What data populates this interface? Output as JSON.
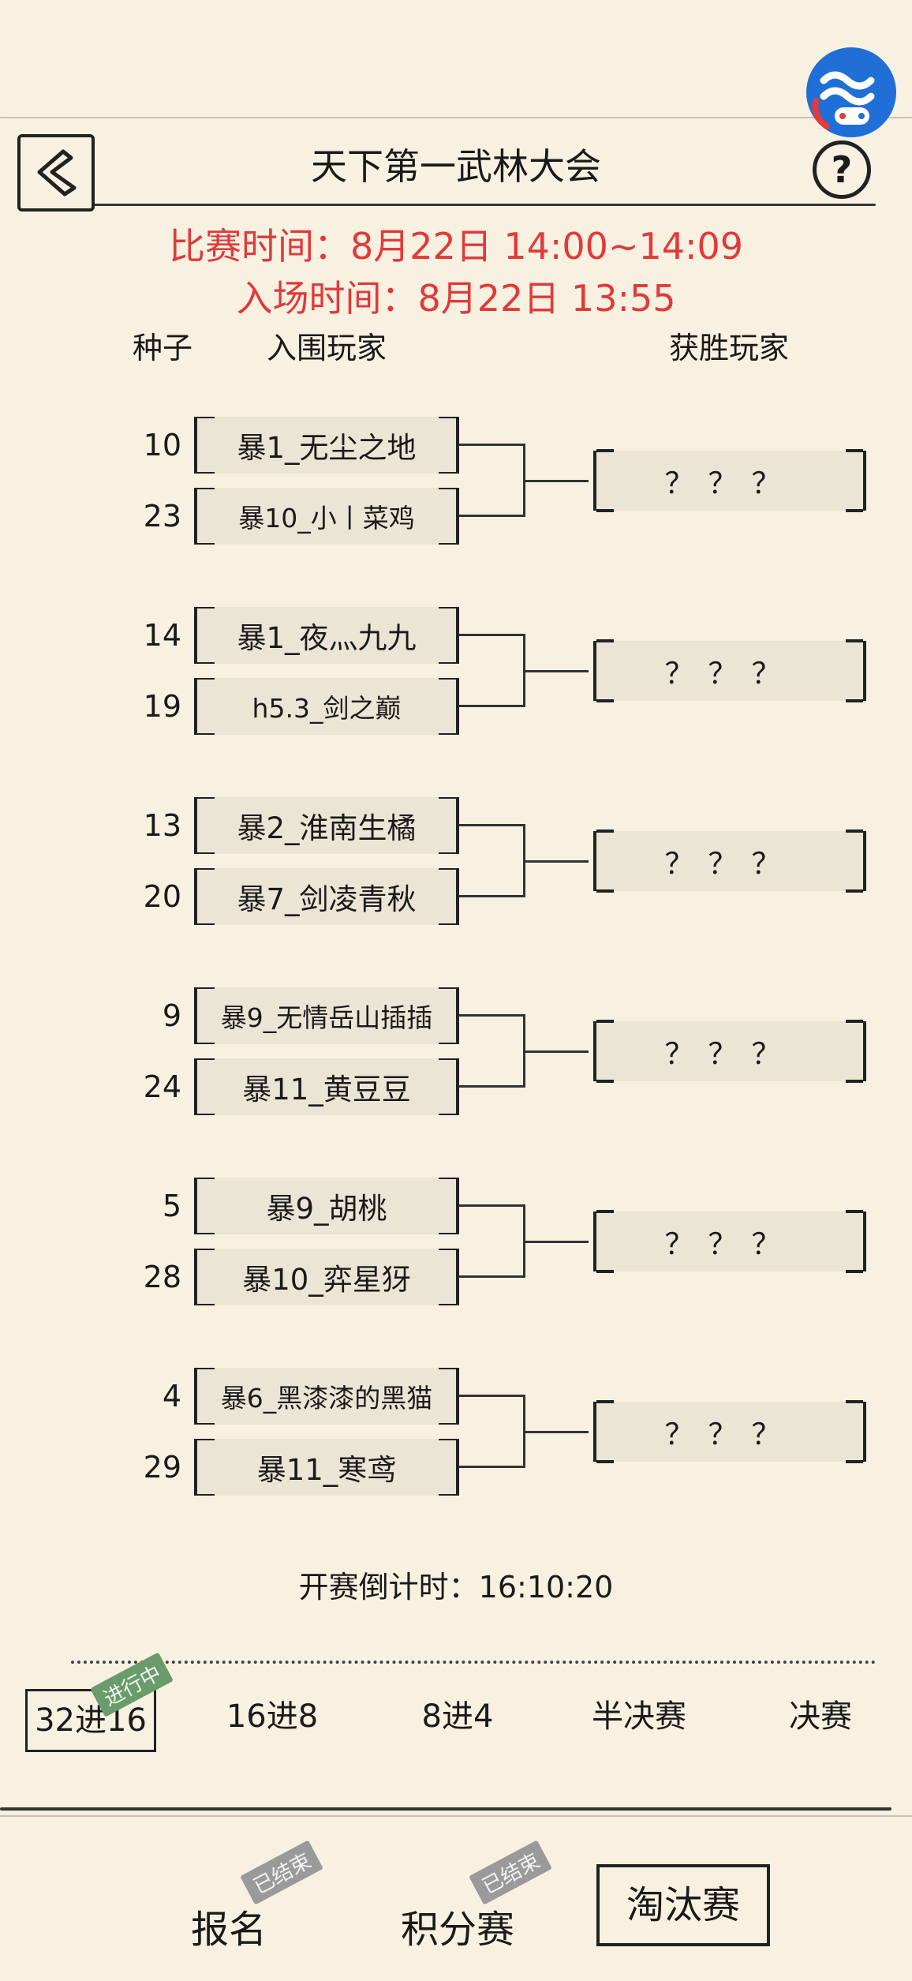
{
  "header": {
    "title": "天下第一武林大会",
    "match_time": "比赛时间：8月22日  14:00~14:09",
    "entry_time": "入场时间：8月22日  13:55",
    "help_label": "?"
  },
  "columns": {
    "seed": "种子",
    "qualified": "入围玩家",
    "winner": "获胜玩家"
  },
  "matches": [
    {
      "p1": {
        "seed": "10",
        "name": "暴1_无尘之地"
      },
      "p2": {
        "seed": "23",
        "name": "暴10_小丨菜鸡"
      },
      "winner": "？？？"
    },
    {
      "p1": {
        "seed": "14",
        "name": "暴1_夜灬九九"
      },
      "p2": {
        "seed": "19",
        "name": "h5.3_剑之巅"
      },
      "winner": "？？？"
    },
    {
      "p1": {
        "seed": "13",
        "name": "暴2_淮南生橘"
      },
      "p2": {
        "seed": "20",
        "name": "暴7_剑凌青秋"
      },
      "winner": "？？？"
    },
    {
      "p1": {
        "seed": "9",
        "name": "暴9_无情岳山插插"
      },
      "p2": {
        "seed": "24",
        "name": "暴11_黄豆豆"
      },
      "winner": "？？？"
    },
    {
      "p1": {
        "seed": "5",
        "name": "暴9_胡桃"
      },
      "p2": {
        "seed": "28",
        "name": "暴10_弈星犽"
      },
      "winner": "？？？"
    },
    {
      "p1": {
        "seed": "4",
        "name": "暴6_黑漆漆的黑猫"
      },
      "p2": {
        "seed": "29",
        "name": "暴11_寒鸢"
      },
      "winner": "？？？"
    }
  ],
  "countdown": "开赛倒计时：16:10:20",
  "rounds": {
    "r32": "32进16",
    "r16": "16进8",
    "r8": "8进4",
    "semi": "半决赛",
    "final": "决赛",
    "in_progress_stamp": "进行中"
  },
  "nav": {
    "signup": "报名",
    "points": "积分赛",
    "knockout": "淘汰赛",
    "finished_stamp": "已结束"
  }
}
